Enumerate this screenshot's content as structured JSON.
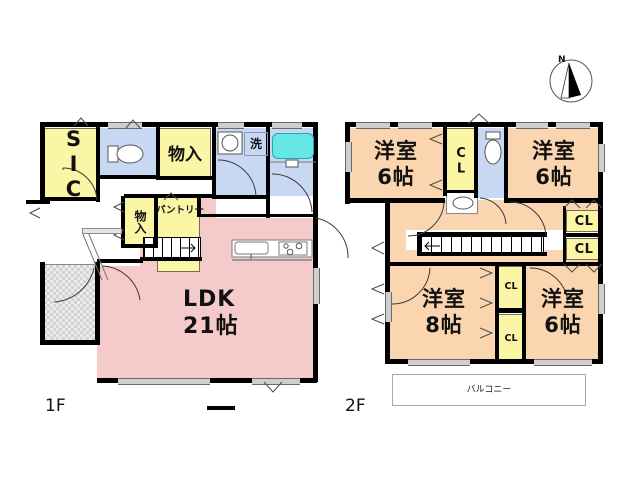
{
  "meta": {
    "plan_type": "japanese-floor-plan",
    "compass_label": "N"
  },
  "floors": [
    {
      "id": "1f",
      "label": "1F"
    },
    {
      "id": "2f",
      "label": "2F"
    }
  ],
  "first_floor": {
    "label": "1F",
    "rooms": [
      {
        "name": "ldk",
        "label": "LDK",
        "size": "21帖",
        "color": "#f5caca"
      },
      {
        "name": "sic",
        "label": "SIC",
        "color": "#fbf6a6"
      },
      {
        "name": "storage-top",
        "label": "物入",
        "color": "#fbf6a6"
      },
      {
        "name": "storage-mid",
        "label": "物入",
        "color": "#fbf6a6"
      },
      {
        "name": "pantry",
        "label": "パントリー",
        "color": "#fbf6a6"
      },
      {
        "name": "washroom",
        "label": "洗",
        "color": "#c9d8f2"
      },
      {
        "name": "toilet",
        "label": "",
        "color": "#c9d8f2"
      },
      {
        "name": "bath",
        "label": "",
        "color": "#c9d8f2"
      }
    ],
    "fixtures": {
      "bathtub_color": "#66e6e6",
      "kitchen": "kitchen-counter",
      "stove_burners": 3
    }
  },
  "second_floor": {
    "label": "2F",
    "rooms": [
      {
        "name": "bedroom-nw",
        "label": "洋室",
        "size": "6帖",
        "color": "#fbd5b0"
      },
      {
        "name": "bedroom-ne",
        "label": "洋室",
        "size": "6帖",
        "color": "#fbd5b0"
      },
      {
        "name": "bedroom-sw",
        "label": "洋室",
        "size": "8帖",
        "color": "#fbd5b0"
      },
      {
        "name": "bedroom-se",
        "label": "洋室",
        "size": "6帖",
        "color": "#fbd5b0"
      }
    ],
    "closets": [
      {
        "name": "closet-center-top",
        "label": "CL",
        "orientation": "vertical"
      },
      {
        "name": "closet-east-upper",
        "label": "CL",
        "orientation": "horizontal"
      },
      {
        "name": "closet-east-lower",
        "label": "CL",
        "orientation": "horizontal"
      },
      {
        "name": "closet-mid-upper",
        "label": "CL",
        "orientation": "horizontal"
      },
      {
        "name": "closet-mid-lower",
        "label": "CL",
        "orientation": "horizontal"
      }
    ],
    "balcony": {
      "label": "バルコニー"
    },
    "toilet": {
      "label": ""
    }
  },
  "colors": {
    "bedroom": "#fbd5b0",
    "ldk": "#f5caca",
    "closet": "#fbf6a6",
    "water": "#c9d8f2",
    "bathtub": "#66e6e6",
    "wall": "#000000",
    "background": "#ffffff"
  }
}
